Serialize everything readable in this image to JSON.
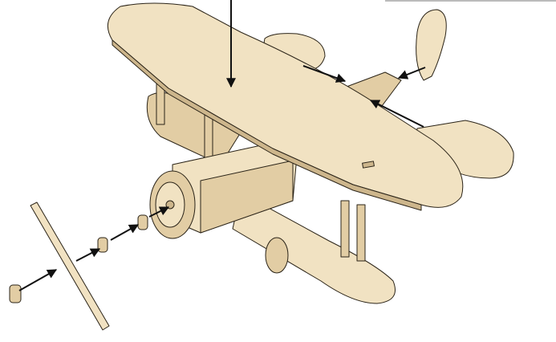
{
  "colors": {
    "wood": "#f1e2c2",
    "wood_shade": "#e2cda4",
    "wood_dark": "#cdb68c",
    "outline": "#2b2418",
    "arrow": "#111111",
    "background": "#ffffff"
  },
  "arrows": [
    {
      "from": "propeller-hub-piece",
      "to": "propeller"
    },
    {
      "from": "propeller",
      "to": "spacer-piece"
    },
    {
      "from": "spacer-piece",
      "to": "washer-piece"
    },
    {
      "from": "washer-piece",
      "to": "engine-cowling"
    },
    {
      "from": "above",
      "to": "upper-wing"
    },
    {
      "from": "horizontal-stabilizer-piece",
      "to": "tail"
    },
    {
      "from": "vertical-fin",
      "to": "tail"
    },
    {
      "from": "tailplane",
      "to": "tail"
    }
  ]
}
